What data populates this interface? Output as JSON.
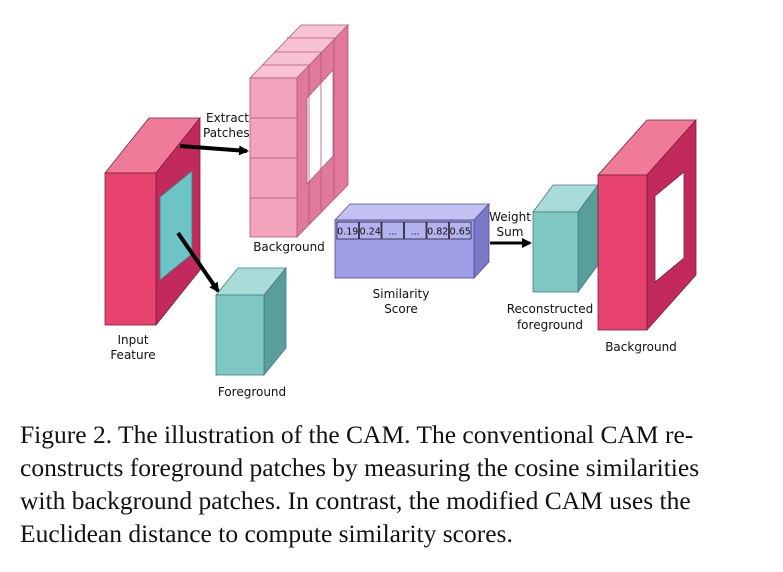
{
  "diagram": {
    "input_label": [
      "Input",
      "Feature"
    ],
    "extract_label": [
      "Extract",
      "Patches"
    ],
    "background_patches_label": "Background",
    "foreground_label": "Foreground",
    "similarity_label": [
      "Similarity",
      "Score"
    ],
    "weight_label": [
      "Weight",
      "Sum"
    ],
    "reconstructed_label": [
      "Reconstructed",
      "foreground"
    ],
    "output_background_label": "Background",
    "scores": [
      "0.19",
      "0.24",
      "...",
      "...",
      "0.82",
      "0.65"
    ]
  },
  "caption": {
    "lines": [
      "Figure 2. The illustration of the CAM. The conventional CAM re-",
      "constructs foreground patches by measuring the cosine similarities",
      "with background patches. In contrast, the modified CAM uses the",
      "Euclidean distance to compute similarity scores."
    ]
  },
  "colors": {
    "pink_front": "#e8436f",
    "pink_top": "#f07a9a",
    "pink_side": "#c22a5c",
    "patch_front": "#f2a4bd",
    "patch_top": "#f7c3d3",
    "patch_side": "#e07a9c",
    "teal_front": "#7fc8c4",
    "teal_top": "#a9dcd8",
    "teal_side": "#5a9d9b",
    "purple_front": "#a09ee6",
    "purple_top": "#c3c1f2",
    "purple_side": "#7b79c6"
  }
}
